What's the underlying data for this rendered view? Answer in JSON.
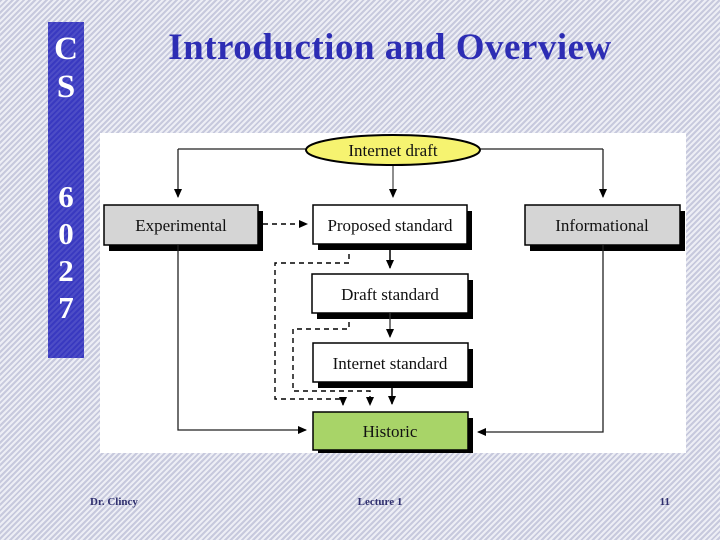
{
  "sidebar": {
    "cs_label": "C\nS",
    "course_digits": "6\n0\n2\n7"
  },
  "header": {
    "title": "Introduction and Overview"
  },
  "diagram": {
    "internet_draft": "Internet draft",
    "experimental": "Experimental",
    "proposed_standard": "Proposed standard",
    "informational": "Informational",
    "draft_standard": "Draft standard",
    "internet_standard": "Internet standard",
    "historic": "Historic"
  },
  "footer": {
    "author": "Dr. Clincy",
    "lecture": "Lecture 1",
    "page_number": "11"
  },
  "colors": {
    "sidebar_blue": "#3939c0",
    "title_blue": "#2d2db4",
    "footer_navy": "#2f2f6e",
    "ellipse_yellow": "#f6f370",
    "box_gray": "#d5d5d5",
    "box_white": "#ffffff",
    "historic_green": "#a8d468",
    "shadow_black": "#000000"
  }
}
